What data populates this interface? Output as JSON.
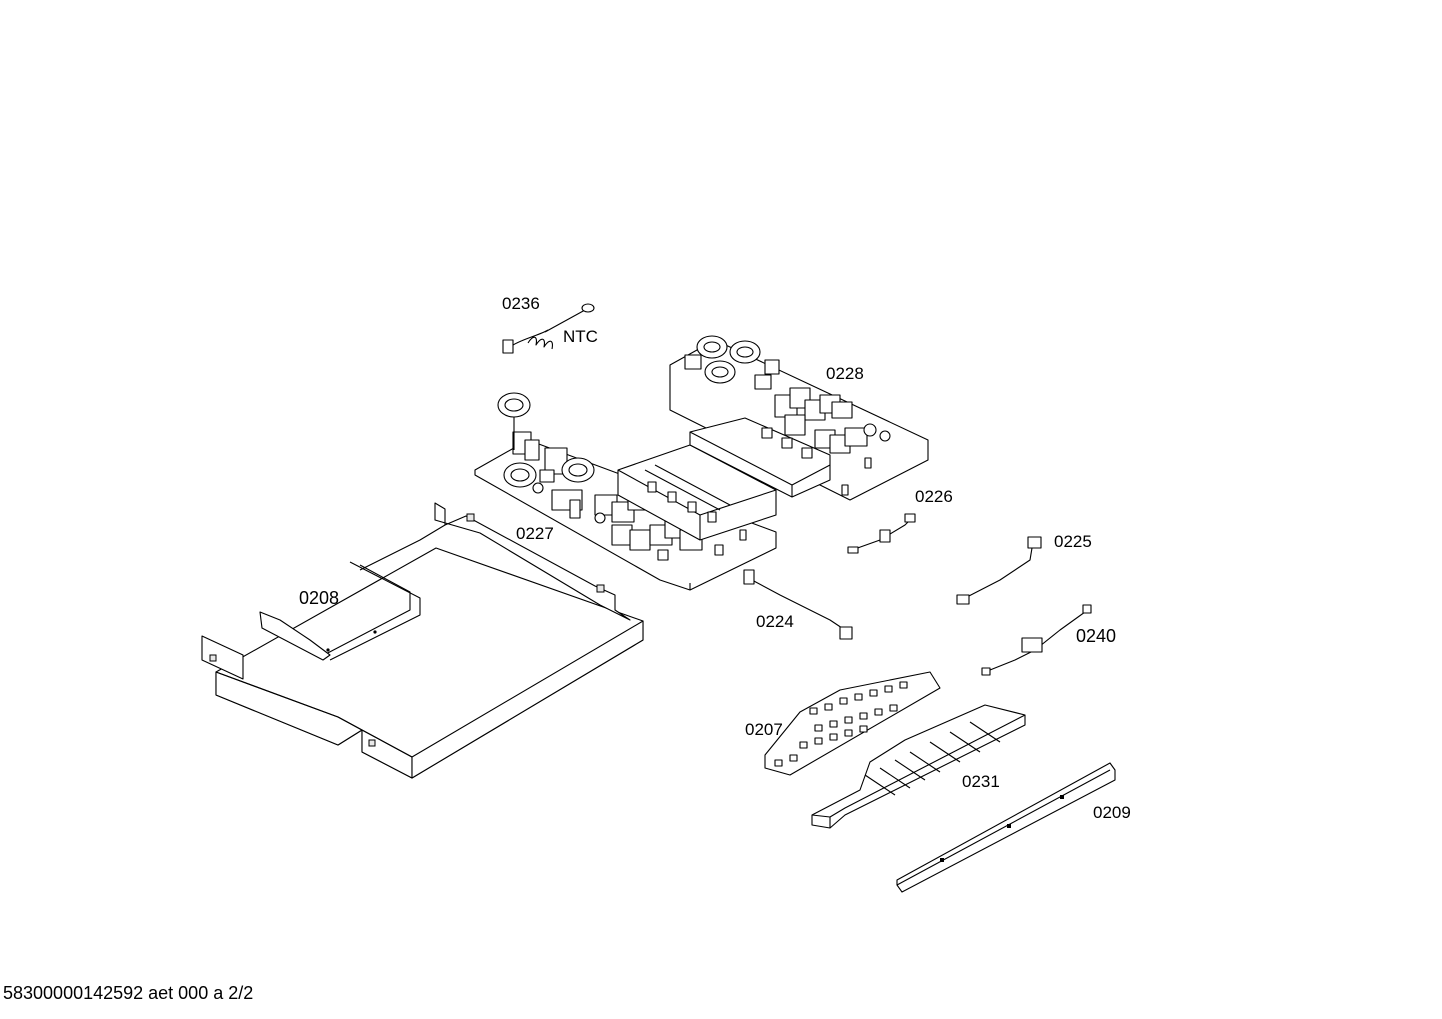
{
  "labels": {
    "p0236": "0236",
    "ntc": "NTC",
    "p0228": "0228",
    "p0227": "0227",
    "p0226": "0226",
    "p0225": "0225",
    "p0208": "0208",
    "p0224": "0224",
    "p0240": "0240",
    "p0207": "0207",
    "p0231": "0231",
    "p0209": "0209"
  },
  "footer": "58300000142592 aet 000 a 2/2"
}
